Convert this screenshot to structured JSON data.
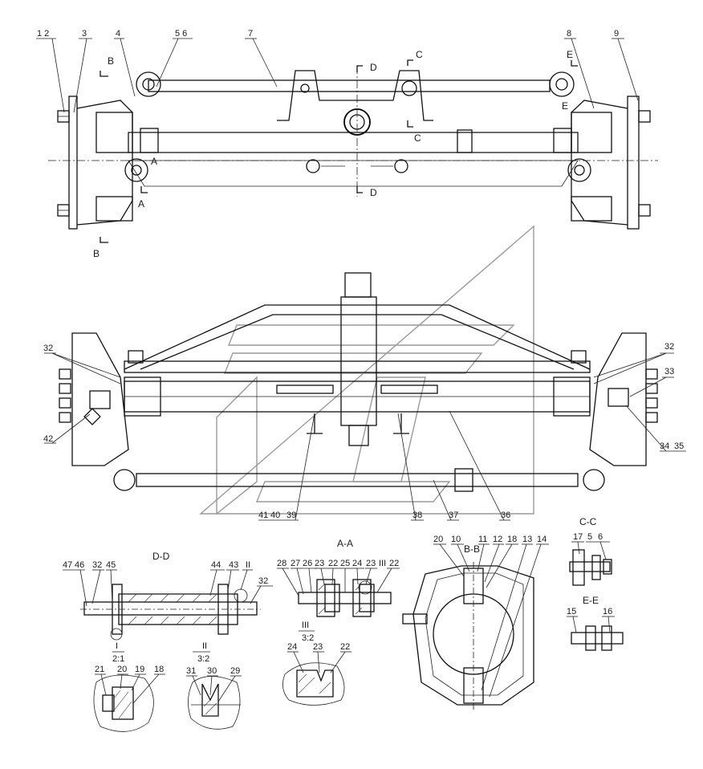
{
  "top_view": {
    "callouts": [
      "1 2",
      "3",
      "4",
      "5 6",
      "7",
      "8",
      "9"
    ],
    "section_marks": {
      "b": "B",
      "a": "A",
      "c": "C",
      "d": "D",
      "e": "E"
    }
  },
  "front_view": {
    "callouts": [
      "32",
      "42",
      "41",
      "40",
      "39",
      "38",
      "37",
      "36",
      "34",
      "35",
      "33",
      "32"
    ]
  },
  "sections": {
    "dd": {
      "title": "D-D",
      "callouts": [
        "47",
        "46",
        "32",
        "45",
        "44",
        "43",
        "II",
        "32"
      ],
      "detail_marks": [
        "I",
        "2:1",
        "II",
        "3:2"
      ]
    },
    "aa": {
      "title": "A-A",
      "callouts": [
        "28",
        "27",
        "26",
        "23",
        "22",
        "25",
        "24",
        "23",
        "III",
        "22"
      ],
      "detail_marks": [
        "III",
        "3:2"
      ]
    },
    "bb": {
      "title": "B-B",
      "callouts": [
        "20",
        "10",
        "11",
        "12",
        "18",
        "13",
        "14"
      ]
    },
    "cc": {
      "title": "C-C",
      "callouts": [
        "17",
        "5",
        "6"
      ]
    },
    "ee": {
      "title": "E-E",
      "callouts": [
        "15",
        "16"
      ]
    },
    "detail_1": {
      "callouts": [
        "21",
        "20",
        "19",
        "18"
      ]
    },
    "detail_2": {
      "callouts": [
        "31",
        "30",
        "29"
      ]
    },
    "detail_3": {
      "callouts": [
        "24",
        "23",
        "22"
      ]
    }
  }
}
